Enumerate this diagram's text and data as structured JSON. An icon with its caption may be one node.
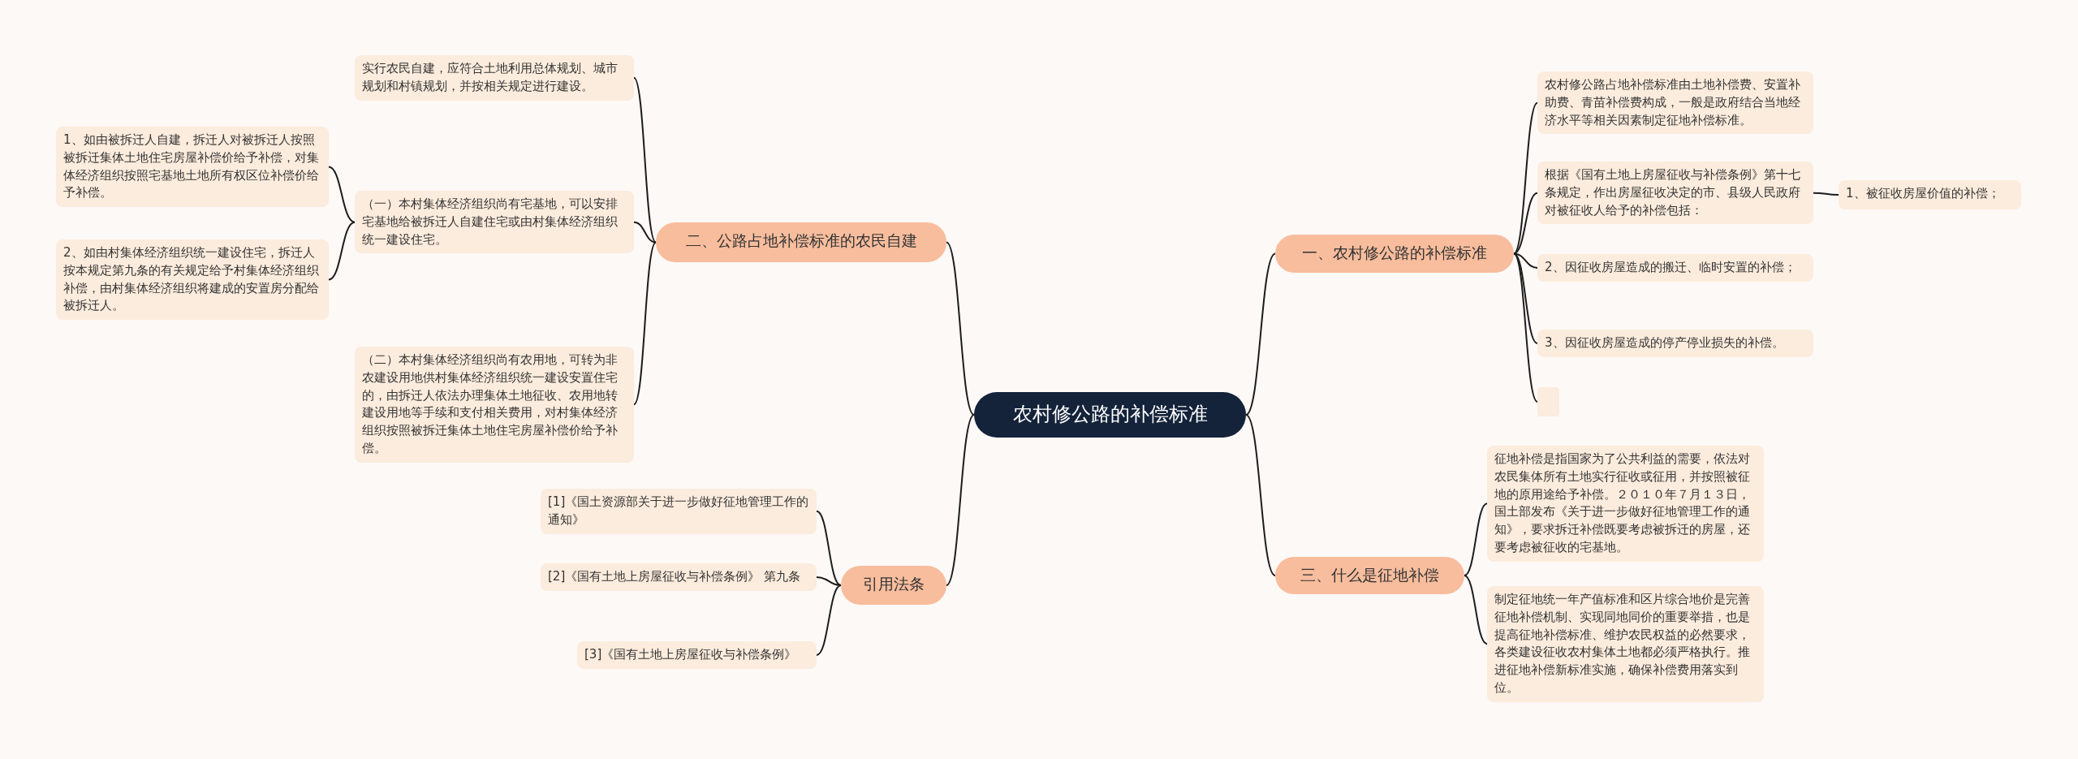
{
  "diagram": {
    "nodes": [
      {
        "text": [
          "农村修公路的补偿标准"
        ]
      },
      {
        "text": [
          "一、农村修公路的补偿标准"
        ]
      },
      {
        "text": [
          "农村修公路占地补偿标准由土地补偿费、安置补助费、青苗补偿费构成，一般是政府结合当地经济水平等相关因素制定征地补偿标准。"
        ]
      },
      {
        "text": [
          "根据《国有土地上房屋征收与补偿条例》第十七条规定，作出房屋征收决定的市、县级人民政府对被征收人给予的补偿包括："
        ]
      },
      {
        "text": [
          "1、被征收房屋价值的补偿；"
        ]
      },
      {
        "text": [
          "2、因征收房屋造成的搬迁、临时安置的补偿；"
        ]
      },
      {
        "text": [
          "3、因征收房屋造成的停产停业损失的补偿。"
        ]
      },
      {
        "text": [],
        "shape": "box"
      },
      {
        "text": [
          "二、公路占地补偿标准的农民自建"
        ]
      },
      {
        "text": [
          "实行农民自建，应符合土地利用总体规划、城市规划和村镇规划，并按相关规定进行建设。"
        ]
      },
      {
        "text": [
          "（一）本村集体经济组织尚有宅基地，可以安排宅基地给被拆迁人自建住宅或由村集体经济组织统一建设住宅。"
        ]
      },
      {
        "text": [
          "1、如由被拆迁人自建，拆迁人对被拆迁人按照被拆迁集体土地住宅房屋补偿价给予补偿，对集体经济组织按照宅基地土地所有权区位补偿价给予补偿。"
        ]
      },
      {
        "text": [
          "2、如由村集体经济组织统一建设住宅，拆迁人按本规定第九条的有关规定给予村集体经济组织补偿，由村集体经济组织将建成的安置房分配给被拆迁人。"
        ]
      },
      {
        "text": [
          "（二）本村集体经济组织尚有农用地，可转为非农建设用地供村集体经济组织统一建设安置住宅的，由拆迁人依法办理集体土地征收、农用地转建设用地等手续和支付相关费用，对村集体经济组织按照被拆迁集体土地住宅房屋补偿价给予补偿。"
        ]
      },
      {
        "text": [
          "引用法条"
        ]
      },
      {
        "text": [
          "[1]《国土资源部关于进一步做好征地管理工作的通知》"
        ]
      },
      {
        "text": [
          "[2]《国有土地上房屋征收与补偿条例》 第九条"
        ]
      },
      {
        "text": [
          "[3]《国有土地上房屋征收与补偿条例》"
        ]
      },
      {
        "text": [
          "三、什么是征地补偿"
        ]
      },
      {
        "text": [
          "征地补偿是指国家为了公共利益的需要，依法对农民集体所有土地实行征收或征用，并按照被征地的原用途给予补偿。２０１０年７月１３日，国土部发布《关于进一步做好征地管理工作的通知》，要求拆迁补偿既要考虑被拆迁的房屋，还要考虑被征收的宅基地。"
        ]
      },
      {
        "text": [
          "制定征地统一年产值标准和区片综合地价是完善征地补偿机制、实现同地同价的重要举措，也是提高征地补偿标准、维护农民权益的必然要求，各类建设征收农村集体土地都必须严格执行。推进征地补偿新标准实施，确保补偿费用落实到位。"
        ]
      }
    ],
    "edges": [
      {
        "from": 0,
        "to": 1,
        "arrow": "none"
      },
      {
        "from": 1,
        "to": 2,
        "arrow": "none"
      },
      {
        "from": 1,
        "to": 3,
        "arrow": "none"
      },
      {
        "from": 3,
        "to": 4,
        "arrow": "none"
      },
      {
        "from": 1,
        "to": 5,
        "arrow": "none"
      },
      {
        "from": 1,
        "to": 6,
        "arrow": "none"
      },
      {
        "from": 1,
        "to": 7,
        "arrow": "none"
      },
      {
        "from": 0,
        "to": 8,
        "arrow": "none"
      },
      {
        "from": 8,
        "to": 9,
        "arrow": "none"
      },
      {
        "from": 8,
        "to": 10,
        "arrow": "none"
      },
      {
        "from": 10,
        "to": 11,
        "arrow": "none"
      },
      {
        "from": 10,
        "to": 12,
        "arrow": "none"
      },
      {
        "from": 8,
        "to": 13,
        "arrow": "none"
      },
      {
        "from": 0,
        "to": 14,
        "arrow": "none"
      },
      {
        "from": 14,
        "to": 15,
        "arrow": "none"
      },
      {
        "from": 14,
        "to": 16,
        "arrow": "none"
      },
      {
        "from": 14,
        "to": 17,
        "arrow": "none"
      },
      {
        "from": 0,
        "to": 18,
        "arrow": "none"
      },
      {
        "from": 18,
        "to": 19,
        "arrow": "none"
      },
      {
        "from": 18,
        "to": 20,
        "arrow": "none"
      }
    ]
  }
}
